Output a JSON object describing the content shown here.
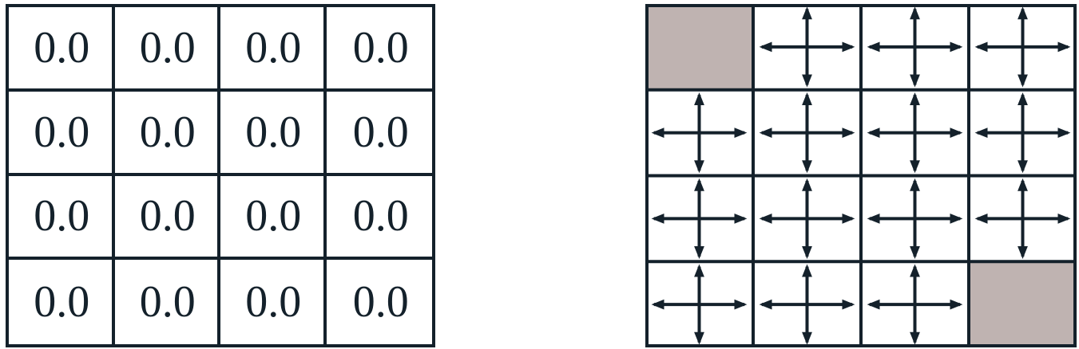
{
  "value_grid": {
    "rows": [
      [
        "0.0",
        "0.0",
        "0.0",
        "0.0"
      ],
      [
        "0.0",
        "0.0",
        "0.0",
        "0.0"
      ],
      [
        "0.0",
        "0.0",
        "0.0",
        "0.0"
      ],
      [
        "0.0",
        "0.0",
        "0.0",
        "0.0"
      ]
    ]
  },
  "policy_grid": {
    "rows": [
      [
        "terminal",
        "all-directions",
        "all-directions",
        "all-directions"
      ],
      [
        "all-directions",
        "all-directions",
        "all-directions",
        "all-directions"
      ],
      [
        "all-directions",
        "all-directions",
        "all-directions",
        "all-directions"
      ],
      [
        "all-directions",
        "all-directions",
        "all-directions",
        "terminal"
      ]
    ],
    "icon": "four-way-arrow-icon"
  },
  "colors": {
    "line": "#14212b",
    "terminal_fill": "#bfb3b1",
    "background": "#ffffff"
  }
}
